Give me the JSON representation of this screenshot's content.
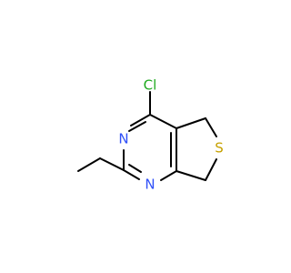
{
  "colors": {
    "carbon_bond": "#000000",
    "nitrogen": "#3050F8",
    "sulfur": "#C6A100",
    "chlorine": "#1FAA1F",
    "background": "#ffffff"
  },
  "atoms": {
    "cl": {
      "element": "Cl",
      "label": "Cl"
    },
    "n1": {
      "element": "N",
      "label": "N"
    },
    "n2": {
      "element": "N",
      "label": "N"
    },
    "s": {
      "element": "S",
      "label": "S"
    }
  }
}
